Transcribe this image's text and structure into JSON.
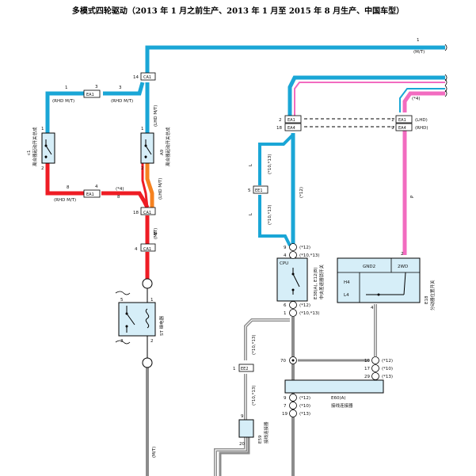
{
  "title": "多模式四轮驱动（2013 年 1 月之前生产、2013 年 1 月至 2015 年 8 月生产、中国车型）",
  "colors": {
    "blue": "#1aa6d6",
    "red": "#ee1c24",
    "pink": "#f26cc0",
    "orange": "#f58220",
    "wire_gray": "#8c8c8c",
    "box_fill": "#d6eef8"
  },
  "wires": {
    "w1": "1",
    "w1_note": "(M/T)",
    "w_pink_top": "(*4)",
    "w_3": "3",
    "w_1a": "1",
    "w_1a_note": "(RHD M/T)",
    "w_1b_note": "(RHD M/T)",
    "w_lower_left": "8",
    "w_lower_left_note": "(RHD M/T)",
    "w_lower_mid": "(*4)",
    "w_8": "8",
    "w_b_m": "B",
    "w_m_t": "(M/T)",
    "w_l_1": "L",
    "w_l_1_note": "(*10,*13)",
    "w_l_2": "L",
    "w_l_2_note": "(*10,*13)",
    "w_12": "(*12)",
    "w_p": "P",
    "w_lower_m": "(M/T)"
  },
  "connectors": {
    "ca1_14": "14",
    "ca1_14_id": "CA1",
    "ea1_3": "3",
    "ea1_a": "EA1",
    "ea1_b": "EA1",
    "ea1_b_pin": "4",
    "ca1_18": "18",
    "ca1_18_id": "CA1",
    "ca1_4": "4",
    "ca1_4_id": "CA1",
    "ea1_2": "2",
    "ea1_2_id": "EA1",
    "ea4_18": "18",
    "ea4_18_id": "EA4",
    "ea1_1": "1",
    "ea1_1_id": "EA1",
    "ea1_1_note": "(LHD)",
    "ea4_9": "9",
    "ea4_9_id": "EA4",
    "ea4_9_note": "(RHD)",
    "ee1_5": "5",
    "ee1_id": "EE1",
    "ee2_1": "1",
    "ee2_id": "EE2"
  },
  "components": {
    "left_switch_code": "c1",
    "left_switch_name": "离合器起动开关总成",
    "right_switch_code": "A9",
    "right_switch_name": "离合器起动开关总成",
    "relay_name": "ST 继电器",
    "cpu_label": "CPU",
    "center_diff_code": "E38(A), E12(B)",
    "center_diff_name": "中央差速器锁开关",
    "gnd2": "GND2",
    "two_wd": "2WD",
    "h4": "H4",
    "l4": "L4",
    "transfer_code": "E18",
    "transfer_name": "分动器位置开关",
    "jc1_code": "E60(A)",
    "jc1_name": "接线连接器",
    "jc2_code": "E59",
    "jc2_name": "接线连接器"
  },
  "pins": {
    "lsw_top": "1",
    "lsw_bottom": "2",
    "rsw_top": "1",
    "rsw_bottom": "2",
    "relay_5": "5",
    "relay_1": "1",
    "relay_3": "3",
    "relay_2": "2",
    "cd_9": "9",
    "cd_9_note": "(*12)",
    "cd_4": "4",
    "cd_4_note": "(*10,*13)",
    "cd_6": "6",
    "cd_6_note": "(*12)",
    "cd_1": "1",
    "cd_1_note": "(*10,*13)",
    "tr_2": "2",
    "tr_4": "4",
    "j_70": "70",
    "j_10": "10",
    "j_10_note": "(*12)",
    "j_17": "17",
    "j_17_note": "(*10)",
    "j_29": "29",
    "j_29_note": "(*13)",
    "j_9": "9",
    "j_9_note": "(*12)",
    "j_7": "7",
    "j_7_note": "(*10)",
    "j_19": "19",
    "j_19_note": "(*13)",
    "j59_9": "9",
    "j59_20": "20",
    "g_note1": "(*10,*13)",
    "g_note2": "(*10,*13)"
  }
}
